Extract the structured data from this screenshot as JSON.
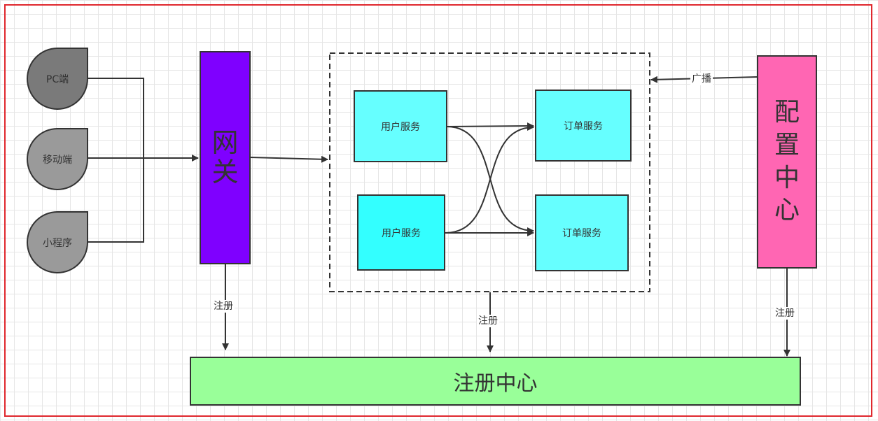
{
  "colors": {
    "client_dark": "#7a7a7a",
    "client_light": "#9a9a9a",
    "gateway": "#7f00ff",
    "service_light": "#66ffff",
    "service_mid": "#33ffff",
    "config_center": "#ff66b3",
    "registry": "#99ff99",
    "frame": "#e0282e"
  },
  "clients": {
    "pc": "PC端",
    "mobile": "移动端",
    "mini_program": "小程序"
  },
  "gateway": {
    "line1": "网",
    "line2": "关"
  },
  "services": {
    "user_top": "用户服务",
    "user_bottom": "用户服务",
    "order_top": "订单服务",
    "order_bottom": "订单服务"
  },
  "config_center": {
    "c1": "配",
    "c2": "置",
    "c3": "中",
    "c4": "心"
  },
  "registry": {
    "label": "注册中心"
  },
  "edge_labels": {
    "broadcast": "广播",
    "register_gateway": "注册",
    "register_services": "注册",
    "register_config": "注册"
  }
}
